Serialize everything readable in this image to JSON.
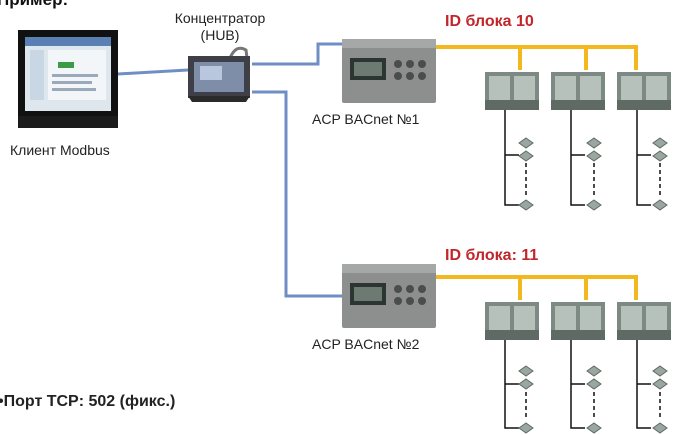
{
  "heading": "Пример:",
  "hub": {
    "line1": "Концентратор",
    "line2": "(HUB)"
  },
  "client": {
    "label": "Клиент Modbus"
  },
  "acp": [
    {
      "label": "ACP BACnet №1",
      "id_label": "ID блока 10"
    },
    {
      "label": "ACP BACnet №2",
      "id_label": "ID блока: 11"
    }
  ],
  "footer": {
    "port_text": "•Порт TCP: 502 (фикс.)"
  },
  "colors": {
    "cable": "#6f8fc4",
    "bus": "#f4b81f",
    "id_text": "#c0262a",
    "device_body": "#8c8f8d",
    "indoor_unit": "#9aa6a0"
  },
  "icons": [
    "monitor-icon",
    "hub-icon",
    "acp-controller-icon",
    "outdoor-unit-icon",
    "indoor-unit-icon"
  ]
}
